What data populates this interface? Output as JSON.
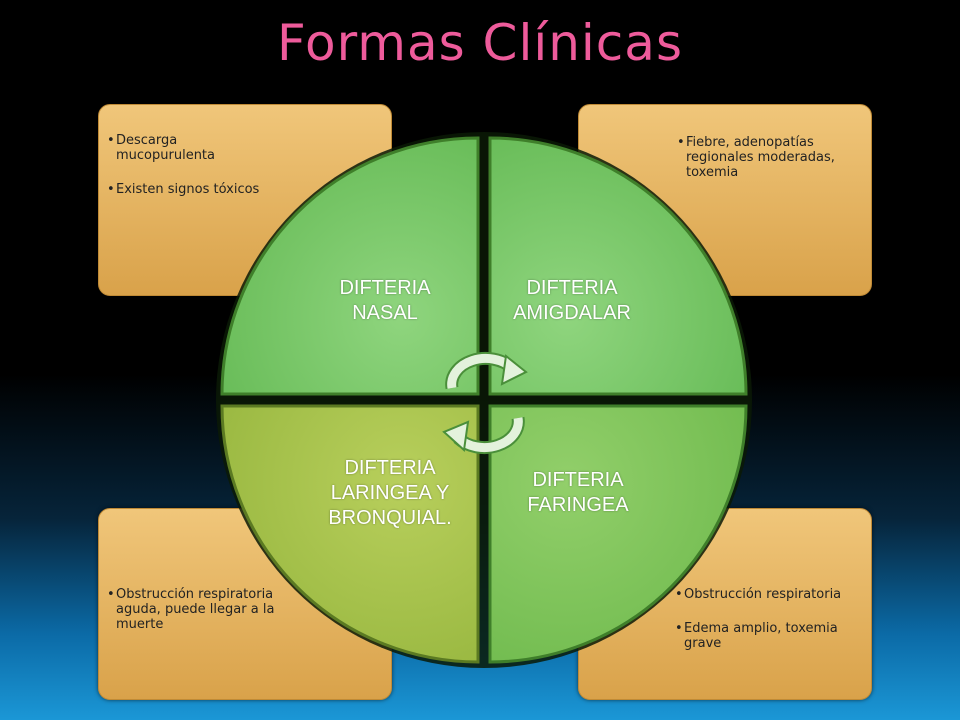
{
  "title": "Formas Clínicas",
  "quadrants": {
    "nasal": {
      "label_line1": "DIFTERIA",
      "label_line2": "NASAL",
      "color": "#79c96b",
      "notes": [
        "Descarga mucopurulenta",
        "Existen signos tóxicos"
      ]
    },
    "amigdalar": {
      "label_line1": "DIFTERIA",
      "label_line2": "AMIGDALAR",
      "color": "#79c96b",
      "notes": [
        "Fiebre, adenopatías regionales moderadas, toxemia"
      ]
    },
    "laringea": {
      "label_line1": "DIFTERIA",
      "label_line2": "LARINGEA Y",
      "label_line3": "BRONQUIAL.",
      "color": "#a5c24a",
      "notes": [
        "Obstrucción respiratoria aguda, puede llegar a la muerte"
      ]
    },
    "faringea": {
      "label_line1": "DIFTERIA",
      "label_line2": "FARINGEA",
      "color": "#7fc55e",
      "notes": [
        "Obstrucción respiratoria",
        "Edema amplio, toxemia grave"
      ]
    }
  },
  "colors": {
    "title": "#ee5b9b",
    "note_box": "#e8b768",
    "arrow": "#d8ecd0"
  },
  "center_icon": "cycle-arrows-icon"
}
